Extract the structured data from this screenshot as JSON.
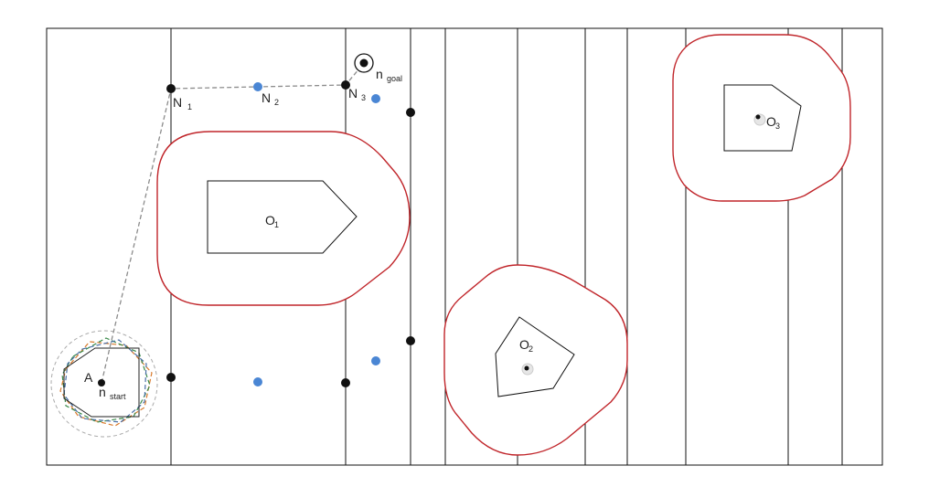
{
  "labels": {
    "N1": "N",
    "N1_sub": "1",
    "N2": "N",
    "N2_sub": "2",
    "N3": "N",
    "N3_sub": "3",
    "ngoal": "n",
    "ngoal_sub": "goal",
    "nstart": "n",
    "nstart_sub": "start",
    "A": "A",
    "O1": "O",
    "O1_sub": "1",
    "O2": "O",
    "O2_sub": "2",
    "O3": "O",
    "O3_sub": "3"
  },
  "colors": {
    "obstacle_boundary": "#c0252a",
    "node_black": "#111111",
    "node_blue": "#4a86d4",
    "path": "#8c8c8c"
  },
  "icons": {
    "goal": "goal-target-icon",
    "start": "start-node-icon"
  }
}
